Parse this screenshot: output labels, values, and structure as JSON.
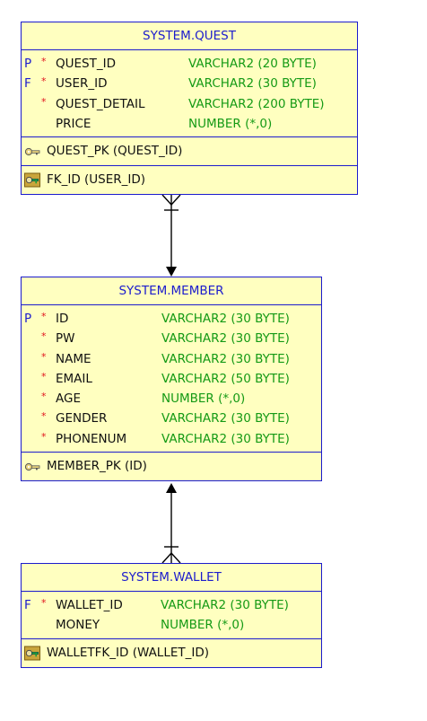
{
  "colors": {
    "border": "#1c1ccd",
    "fill": "#ffffc0",
    "title": "#1c1ccd",
    "flag": "#1c1ccd",
    "required": "#e0141e",
    "type": "#159a15"
  },
  "tables": {
    "quest": {
      "title": "SYSTEM.QUEST",
      "columns": [
        {
          "flag": "P",
          "required": "*",
          "name": "QUEST_ID",
          "type": "VARCHAR2 (20 BYTE)"
        },
        {
          "flag": "F",
          "required": "*",
          "name": "USER_ID",
          "type": "VARCHAR2 (30 BYTE)"
        },
        {
          "flag": "",
          "required": "*",
          "name": "QUEST_DETAIL",
          "type": "VARCHAR2 (200 BYTE)"
        },
        {
          "flag": "",
          "required": "",
          "name": "PRICE",
          "type": "NUMBER (*,0)"
        }
      ],
      "pk": {
        "icon": "primary-key-icon",
        "text": "QUEST_PK (QUEST_ID)"
      },
      "fk": {
        "icon": "foreign-key-icon",
        "text": "FK_ID (USER_ID)"
      }
    },
    "member": {
      "title": "SYSTEM.MEMBER",
      "columns": [
        {
          "flag": "P",
          "required": "*",
          "name": "ID",
          "type": "VARCHAR2 (30 BYTE)"
        },
        {
          "flag": "",
          "required": "*",
          "name": "PW",
          "type": "VARCHAR2 (30 BYTE)"
        },
        {
          "flag": "",
          "required": "*",
          "name": "NAME",
          "type": "VARCHAR2 (30 BYTE)"
        },
        {
          "flag": "",
          "required": "*",
          "name": "EMAIL",
          "type": "VARCHAR2 (50 BYTE)"
        },
        {
          "flag": "",
          "required": "*",
          "name": "AGE",
          "type": "NUMBER (*,0)"
        },
        {
          "flag": "",
          "required": "*",
          "name": "GENDER",
          "type": "VARCHAR2 (30 BYTE)"
        },
        {
          "flag": "",
          "required": "*",
          "name": "PHONENUM",
          "type": "VARCHAR2 (30 BYTE)"
        }
      ],
      "pk": {
        "icon": "primary-key-icon",
        "text": "MEMBER_PK (ID)"
      }
    },
    "wallet": {
      "title": "SYSTEM.WALLET",
      "columns": [
        {
          "flag": "F",
          "required": "*",
          "name": "WALLET_ID",
          "type": "VARCHAR2 (30 BYTE)"
        },
        {
          "flag": "",
          "required": "",
          "name": "MONEY",
          "type": "NUMBER (*,0)"
        }
      ],
      "fk": {
        "icon": "foreign-key-icon",
        "text": "WALLETFK_ID (WALLET_ID)"
      }
    }
  }
}
